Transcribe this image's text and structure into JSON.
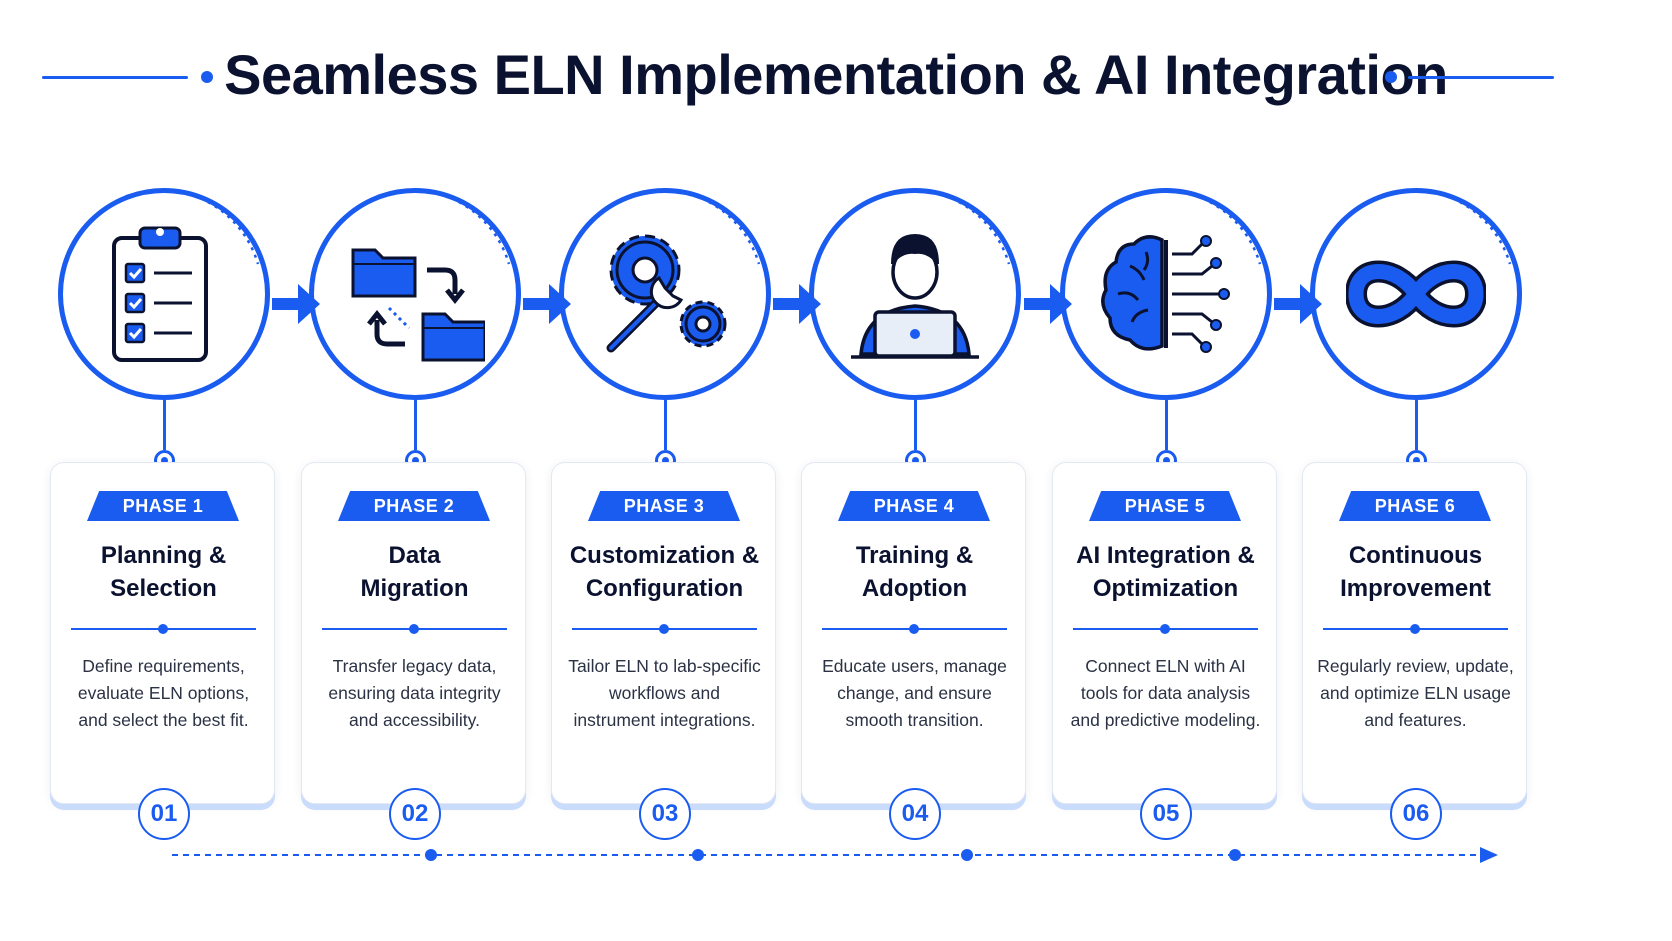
{
  "title": "Seamless ELN Implementation & AI Integration",
  "colors": {
    "accent": "#1a5cf0",
    "text": "#0b1230",
    "muted": "#2a3244"
  },
  "phases": [
    {
      "badge": "PHASE 1",
      "title_line1": "Planning &",
      "title_line2": "Selection",
      "desc_line1": "Define requirements,",
      "desc_line2": "evaluate ELN options,",
      "desc_line3": "and select the best fit.",
      "number": "01",
      "icon": "clipboard-checklist-icon"
    },
    {
      "badge": "PHASE 2",
      "title_line1": "Data",
      "title_line2": "Migration",
      "desc_line1": "Transfer legacy data,",
      "desc_line2": "ensuring data integrity",
      "desc_line3": "and accessibility.",
      "number": "02",
      "icon": "folder-transfer-icon"
    },
    {
      "badge": "PHASE 3",
      "title_line1": "Customization &",
      "title_line2": "Configuration",
      "desc_line1": "Tailor ELN to lab-specific",
      "desc_line2": "workflows and",
      "desc_line3": "instrument integrations.",
      "number": "03",
      "icon": "gears-wrench-icon"
    },
    {
      "badge": "PHASE 4",
      "title_line1": "Training &",
      "title_line2": "Adoption",
      "desc_line1": "Educate users, manage",
      "desc_line2": "change, and ensure",
      "desc_line3": "smooth transition.",
      "number": "04",
      "icon": "user-laptop-icon"
    },
    {
      "badge": "PHASE 5",
      "title_line1": "AI Integration &",
      "title_line2": "Optimization",
      "desc_line1": "Connect ELN with AI",
      "desc_line2": "tools for data analysis",
      "desc_line3": "and predictive modeling.",
      "number": "05",
      "icon": "brain-circuit-icon"
    },
    {
      "badge": "PHASE 6",
      "title_line1": "Continuous",
      "title_line2": "Improvement",
      "desc_line1": "Regularly review, update,",
      "desc_line2": "and optimize ELN usage",
      "desc_line3": "and features.",
      "number": "06",
      "icon": "infinity-loop-icon"
    }
  ]
}
